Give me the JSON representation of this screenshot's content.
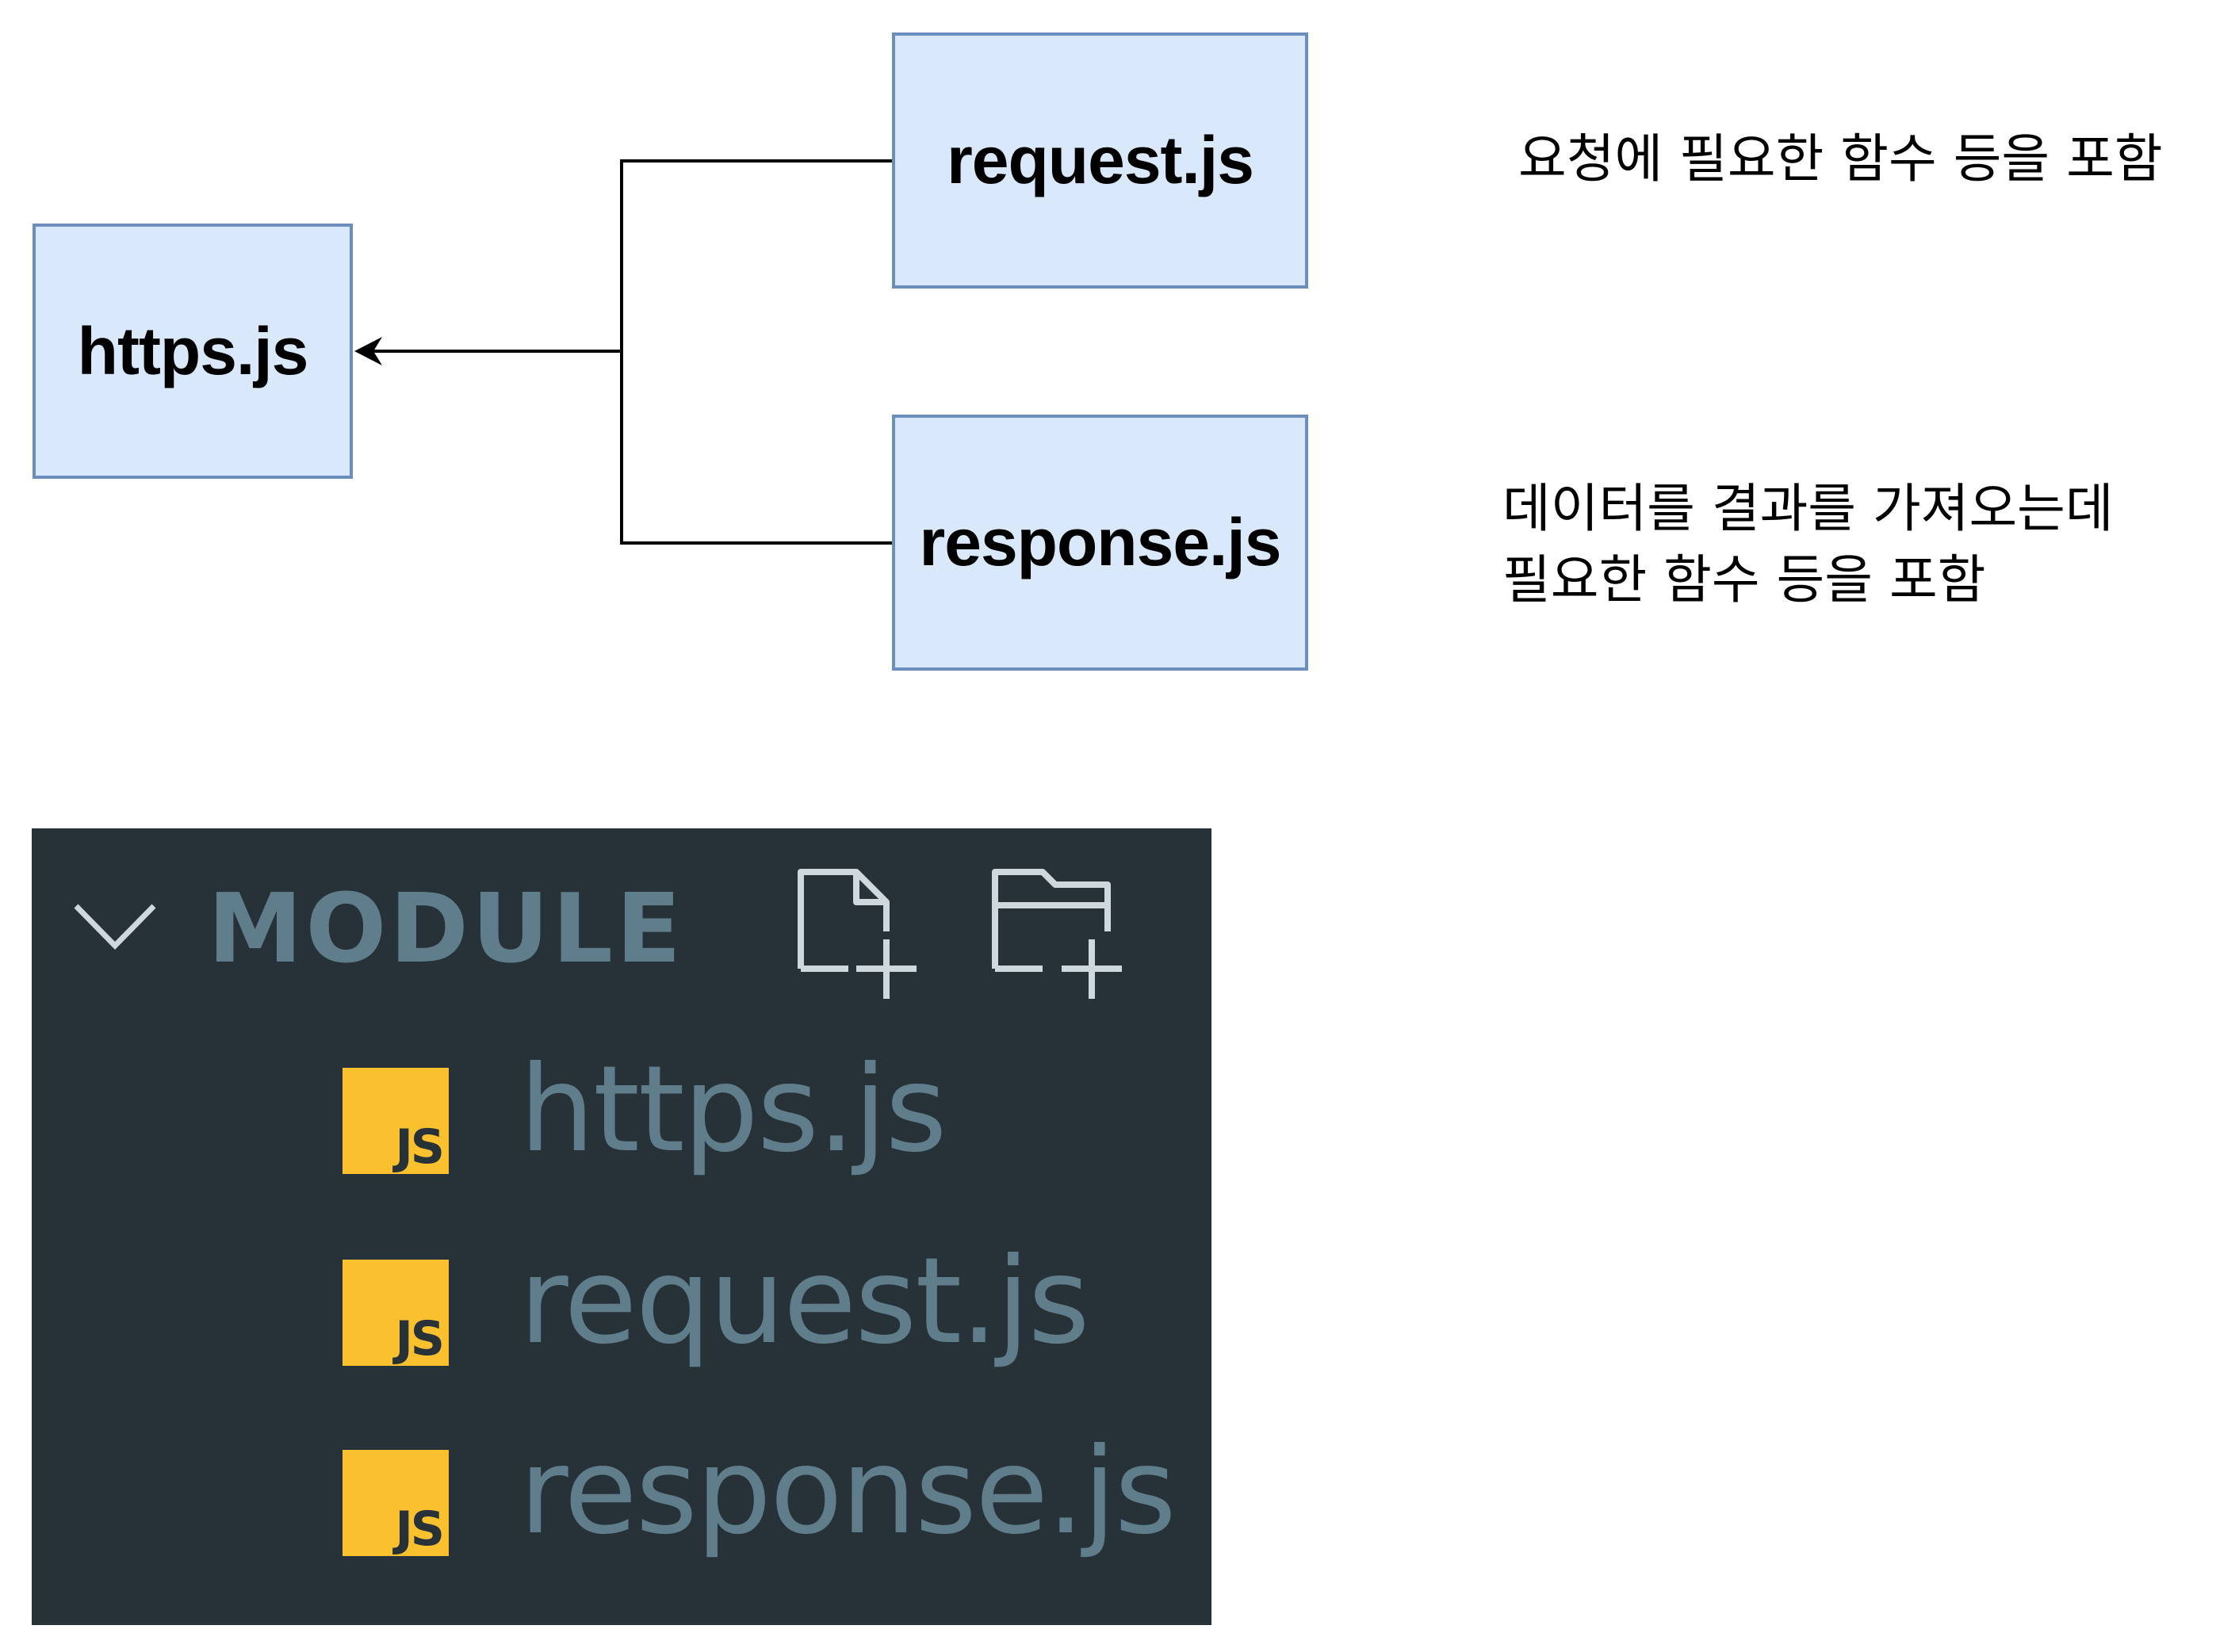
{
  "diagram": {
    "nodes": {
      "https": "https.js",
      "request": "request.js",
      "response": "response.js"
    },
    "notes": {
      "request": "요청에 필요한 함수 등을 포함",
      "response": "데이터를 결과를 가져오는데\n필요한 함수 등을 포함"
    }
  },
  "explorer": {
    "folder_title": "MODULE",
    "files": [
      {
        "name": "https.js",
        "icon_label": "JS"
      },
      {
        "name": "request.js",
        "icon_label": "JS"
      },
      {
        "name": "response.js",
        "icon_label": "JS"
      }
    ],
    "icons": {
      "chevron": "chevron-down-icon",
      "new_file": "new-file-icon",
      "new_folder": "new-folder-icon",
      "file_type": "javascript-file-icon"
    }
  },
  "colors": {
    "node_fill": "#dae8fc",
    "node_border": "#6c8ebf",
    "panel_background": "#263238",
    "panel_text": "#607d8b",
    "js_icon": "#fbc02d"
  }
}
